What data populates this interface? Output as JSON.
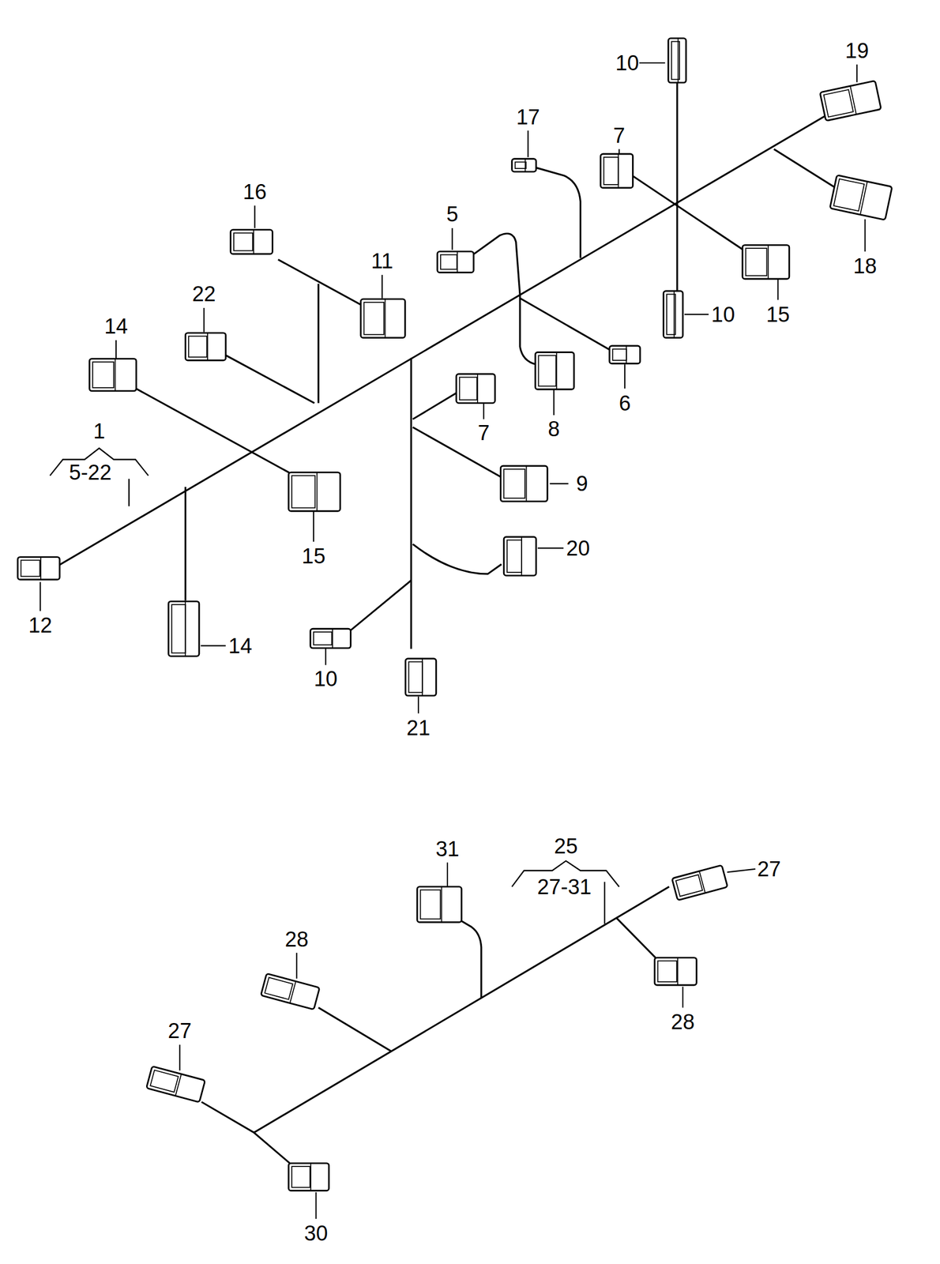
{
  "diagram": {
    "labels": [
      "10",
      "19",
      "17",
      "7",
      "16",
      "5",
      "11",
      "18",
      "22",
      "10",
      "15",
      "14",
      "6",
      "7",
      "8",
      "1",
      "5-22",
      "9",
      "20",
      "15",
      "12",
      "14",
      "10",
      "21",
      "31",
      "25",
      "27",
      "27-31",
      "28",
      "27",
      "28",
      "30"
    ]
  }
}
